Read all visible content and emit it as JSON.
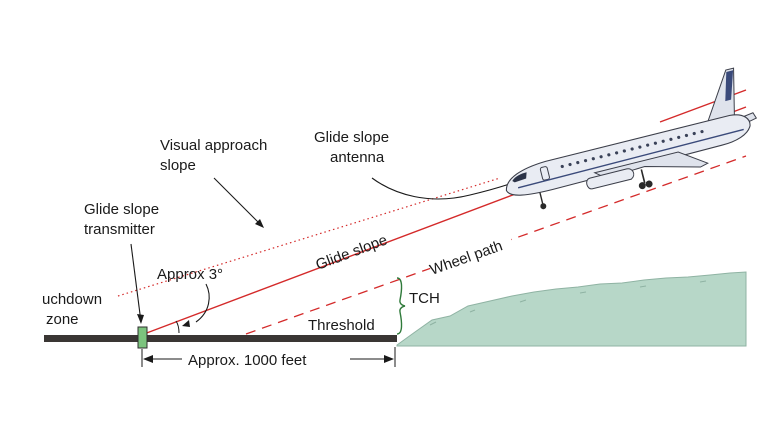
{
  "labels": {
    "visual_approach_line1": "Visual approach",
    "visual_approach_line2": "slope",
    "gs_antenna_line1": "Glide slope",
    "gs_antenna_line2": "antenna",
    "gs_transmitter_line1": "Glide slope",
    "gs_transmitter_line2": "transmitter",
    "approx_angle": "Approx 3°",
    "touchdown_line1": "uchdown",
    "touchdown_line2": "zone",
    "glide_slope": "Glide slope",
    "wheel_path": "Wheel path",
    "tch": "TCH",
    "threshold": "Threshold",
    "distance": "Approx. 1000 feet"
  },
  "colors": {
    "glide_slope": "#d42a2a",
    "runway": "#3a3634",
    "terrain": "#b7d7c8",
    "transmitter": "#7cc47e",
    "aircraft_body": "#e9ecf3",
    "tch_bracket": "#2f7a3a"
  }
}
